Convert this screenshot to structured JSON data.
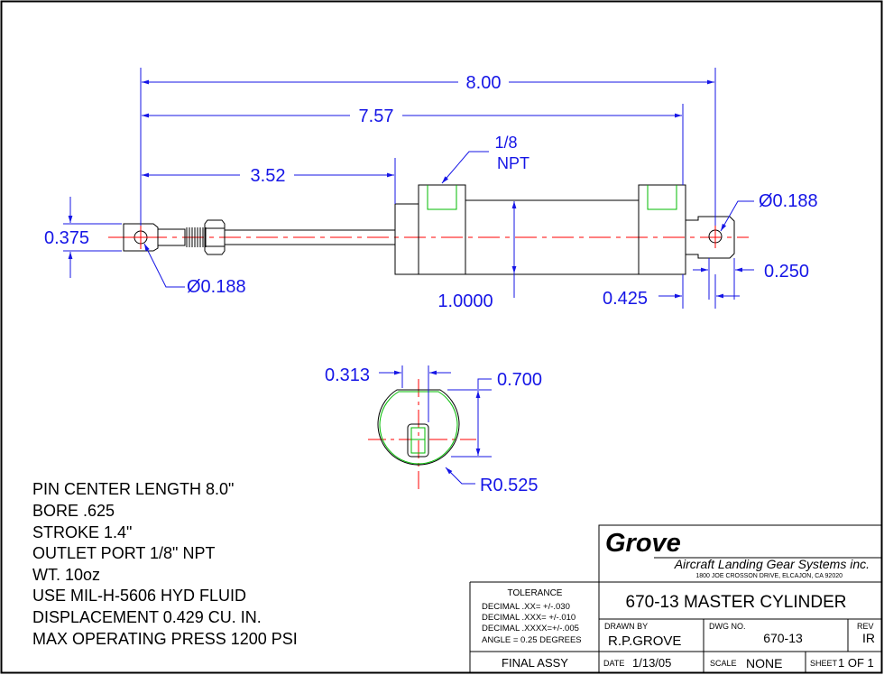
{
  "dimensions": {
    "overall_length": "8.00",
    "length_757": "7.57",
    "length_352": "3.52",
    "port_label_line1": "1/8",
    "port_label_line2": "NPT",
    "rod_eye_height": "0.375",
    "rod_eye_hole_dia": "Ø0.188",
    "clevis_hole_dia": "Ø0.188",
    "clevis_end": "0.250",
    "clevis_length": "0.425",
    "body_dia": "1.0000",
    "slot_width": "0.313",
    "end_height": "0.700",
    "end_radius": "R0.525"
  },
  "notes": [
    "PIN CENTER LENGTH 8.0\"",
    "BORE .625",
    "STROKE 1.4\"",
    "OUTLET PORT 1/8\" NPT",
    "WT. 10oz",
    "USE MIL-H-5606 HYD FLUID",
    "DISPLACEMENT 0.429 CU. IN.",
    "MAX OPERATING PRESS 1200 PSI"
  ],
  "title_block": {
    "company": "Grove",
    "company_full": "Aircraft Landing Gear Systems inc.",
    "address": "1800 JOE CROSSON DRIVE, ELCAJON, CA 92020",
    "tolerance_header": "TOLERANCE",
    "tolerance_lines": [
      "DECIMAL .XX= +/-.030",
      "DECIMAL .XXX= +/-.010",
      "DECIMAL .XXXX=+/-.005",
      "ANGLE = 0.25 DEGREES"
    ],
    "title": "670-13 MASTER CYLINDER",
    "drawn_by_label": "DRAWN BY",
    "drawn_by": "R.P.GROVE",
    "dwg_no_label": "DWG NO.",
    "dwg_no": "670-13",
    "rev_label": "REV",
    "rev": "IR",
    "final_assy": "FINAL ASSY",
    "date_label": "DATE",
    "date": "1/13/05",
    "scale_label": "SCALE",
    "scale": "NONE",
    "sheet_label": "SHEET",
    "sheet": "1 OF 1"
  },
  "colors": {
    "dimension": "#1515e6",
    "centerline": "#ff0000",
    "hidden": "#00bb00",
    "outline": "#000000"
  }
}
